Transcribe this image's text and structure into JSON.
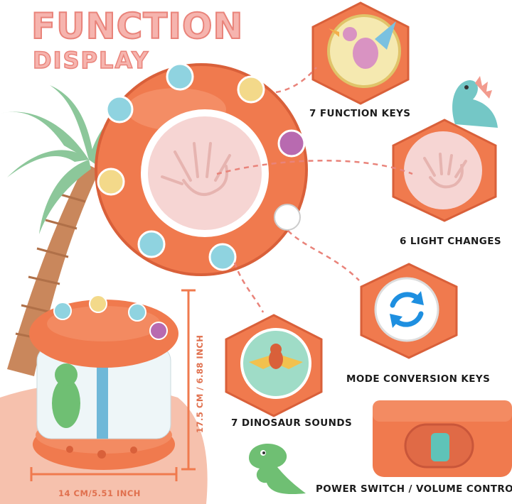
{
  "heading": {
    "line1": "FUNCTION",
    "line2": "DISPLAY"
  },
  "features": [
    {
      "label": "7 FUNCTION KEYS"
    },
    {
      "label": "6 LIGHT CHANGES"
    },
    {
      "label": "MODE CONVERSION KEYS"
    },
    {
      "label": "7 DINOSAUR SOUNDS"
    },
    {
      "label": "POWER SWITCH / VOLUME CONTROL"
    }
  ],
  "dimensions": {
    "height": "17.5 CM / 6.88 INCH",
    "width": "14 CM/5.51 INCH"
  },
  "colors": {
    "accent": "#f07a4e",
    "accent_dark": "#d9603a",
    "pink_pad": "#f6d5d3",
    "title": "#f6b4ae"
  }
}
